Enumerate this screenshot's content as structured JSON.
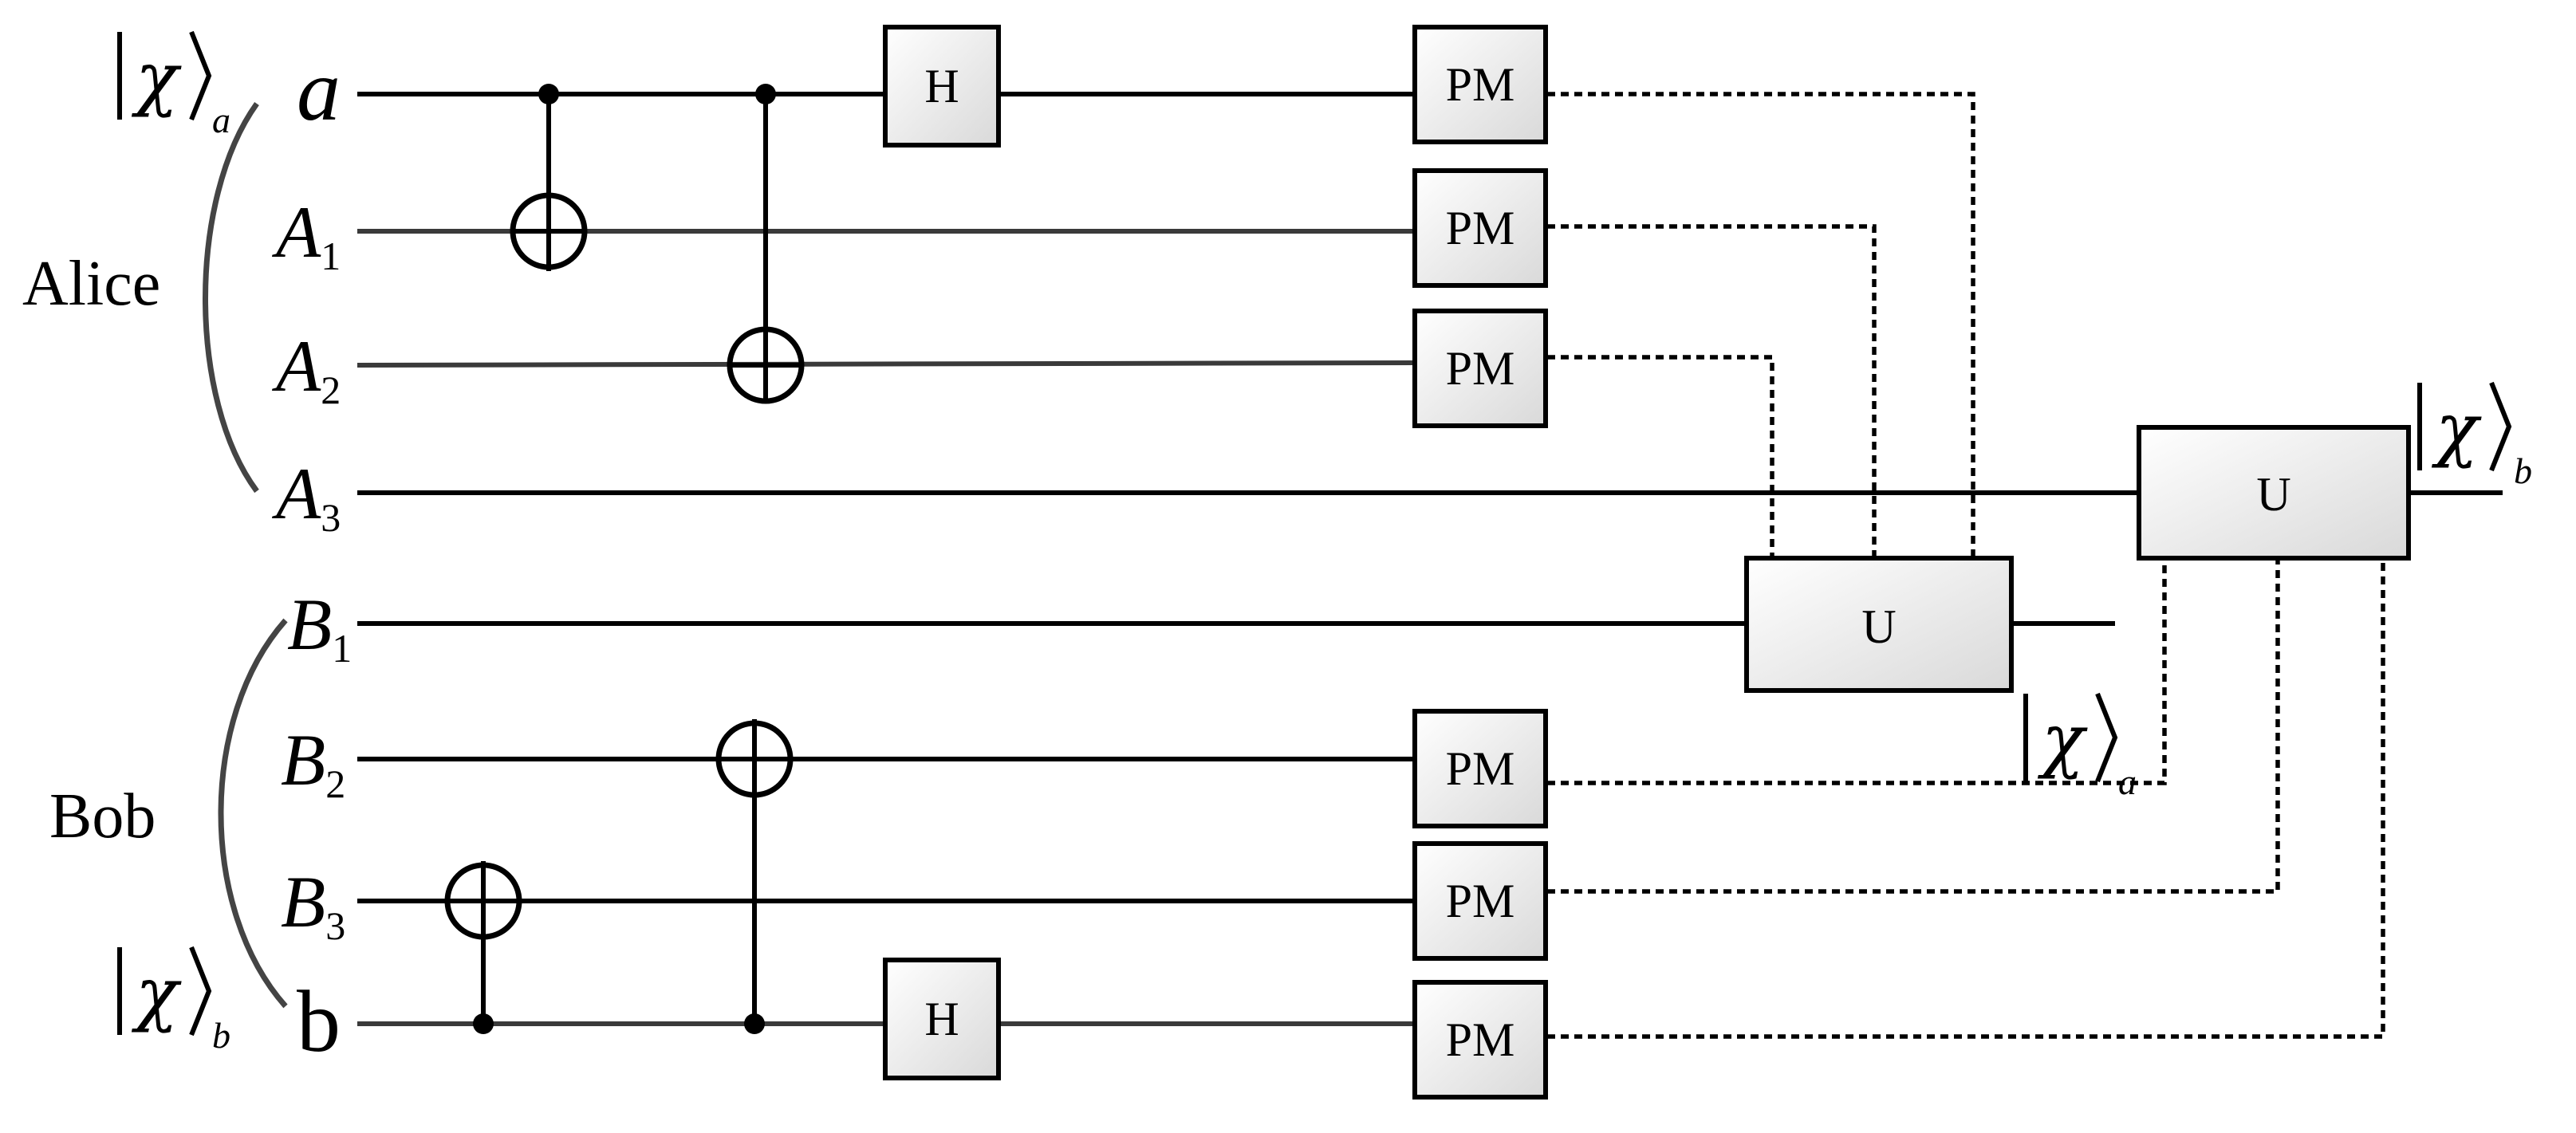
{
  "parties": {
    "alice": "Alice",
    "bob": "Bob"
  },
  "qubits": [
    {
      "id": "a",
      "letter": "a",
      "sub": ""
    },
    {
      "id": "A1",
      "letter": "A",
      "sub": "1"
    },
    {
      "id": "A2",
      "letter": "A",
      "sub": "2"
    },
    {
      "id": "A3",
      "letter": "A",
      "sub": "3"
    },
    {
      "id": "B1",
      "letter": "B",
      "sub": "1"
    },
    {
      "id": "B2",
      "letter": "B",
      "sub": "2"
    },
    {
      "id": "B3",
      "letter": "B",
      "sub": "3"
    },
    {
      "id": "b",
      "letter": "b",
      "sub": ""
    }
  ],
  "gates": {
    "hadamard": "H",
    "measure": "PM",
    "unitary": "U"
  },
  "states": {
    "chi": "χ",
    "sub_a": "a",
    "sub_b": "b"
  }
}
